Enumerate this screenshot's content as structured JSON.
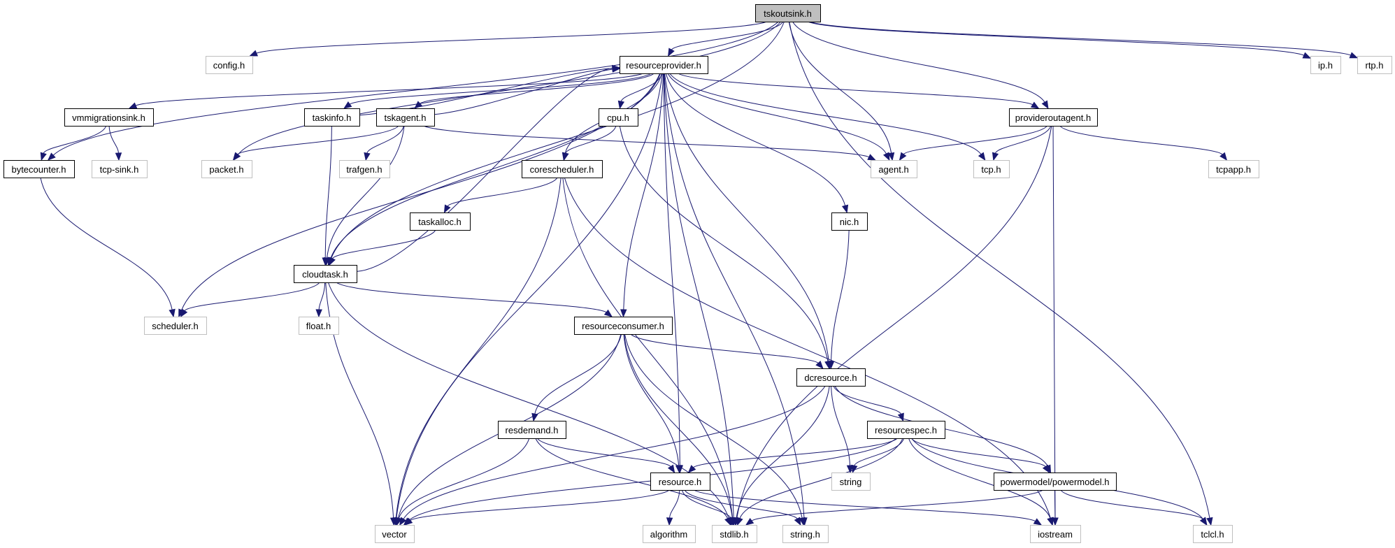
{
  "diagram": {
    "title": "tskoutsink.h include dependency graph",
    "colors": {
      "edge": "#191970",
      "internal_border": "#000000",
      "external_border": "#bfbfbf",
      "root_fill": "#bfbfbf"
    },
    "nodes": [
      {
        "id": "tskoutsink",
        "label": "tskoutsink.h",
        "kind": "root"
      },
      {
        "id": "config",
        "label": "config.h",
        "kind": "external"
      },
      {
        "id": "resourceprovider",
        "label": "resourceprovider.h",
        "kind": "internal"
      },
      {
        "id": "ip",
        "label": "ip.h",
        "kind": "external"
      },
      {
        "id": "rtp",
        "label": "rtp.h",
        "kind": "external"
      },
      {
        "id": "vmmigrationsink",
        "label": "vmmigrationsink.h",
        "kind": "internal"
      },
      {
        "id": "taskinfo",
        "label": "taskinfo.h",
        "kind": "internal"
      },
      {
        "id": "tskagent",
        "label": "tskagent.h",
        "kind": "internal"
      },
      {
        "id": "cpu",
        "label": "cpu.h",
        "kind": "internal"
      },
      {
        "id": "provideroutagent",
        "label": "provideroutagent.h",
        "kind": "internal"
      },
      {
        "id": "bytecounter",
        "label": "bytecounter.h",
        "kind": "internal"
      },
      {
        "id": "tcpsink",
        "label": "tcp-sink.h",
        "kind": "external"
      },
      {
        "id": "packet",
        "label": "packet.h",
        "kind": "external"
      },
      {
        "id": "trafgen",
        "label": "trafgen.h",
        "kind": "external"
      },
      {
        "id": "corescheduler",
        "label": "corescheduler.h",
        "kind": "internal"
      },
      {
        "id": "agent",
        "label": "agent.h",
        "kind": "external"
      },
      {
        "id": "tcp",
        "label": "tcp.h",
        "kind": "external"
      },
      {
        "id": "tcpapp",
        "label": "tcpapp.h",
        "kind": "external"
      },
      {
        "id": "taskalloc",
        "label": "taskalloc.h",
        "kind": "internal"
      },
      {
        "id": "nic",
        "label": "nic.h",
        "kind": "internal"
      },
      {
        "id": "cloudtask",
        "label": "cloudtask.h",
        "kind": "internal"
      },
      {
        "id": "scheduler",
        "label": "scheduler.h",
        "kind": "external"
      },
      {
        "id": "float",
        "label": "float.h",
        "kind": "external"
      },
      {
        "id": "resourceconsumer",
        "label": "resourceconsumer.h",
        "kind": "internal"
      },
      {
        "id": "dcresource",
        "label": "dcresource.h",
        "kind": "internal"
      },
      {
        "id": "resdemand",
        "label": "resdemand.h",
        "kind": "internal"
      },
      {
        "id": "resourcespec",
        "label": "resourcespec.h",
        "kind": "internal"
      },
      {
        "id": "string",
        "label": "string",
        "kind": "external"
      },
      {
        "id": "resource",
        "label": "resource.h",
        "kind": "internal"
      },
      {
        "id": "powermodel",
        "label": "powermodel/powermodel.h",
        "kind": "internal"
      },
      {
        "id": "vector",
        "label": "vector",
        "kind": "external"
      },
      {
        "id": "algorithm",
        "label": "algorithm",
        "kind": "external"
      },
      {
        "id": "stdlib",
        "label": "stdlib.h",
        "kind": "external"
      },
      {
        "id": "stringh",
        "label": "string.h",
        "kind": "external"
      },
      {
        "id": "iostream",
        "label": "iostream",
        "kind": "external"
      },
      {
        "id": "tclcl",
        "label": "tclcl.h",
        "kind": "external"
      }
    ],
    "edges": [
      [
        "tskoutsink",
        "config"
      ],
      [
        "tskoutsink",
        "resourceprovider"
      ],
      [
        "tskoutsink",
        "ip"
      ],
      [
        "tskoutsink",
        "rtp"
      ],
      [
        "tskoutsink",
        "bytecounter"
      ],
      [
        "tskoutsink",
        "packet"
      ],
      [
        "tskoutsink",
        "cloudtask"
      ],
      [
        "tskoutsink",
        "agent"
      ],
      [
        "tskoutsink",
        "provideroutagent"
      ],
      [
        "tskoutsink",
        "tclcl"
      ],
      [
        "resourceprovider",
        "vmmigrationsink"
      ],
      [
        "resourceprovider",
        "taskinfo"
      ],
      [
        "resourceprovider",
        "tskagent"
      ],
      [
        "resourceprovider",
        "cpu"
      ],
      [
        "resourceprovider",
        "provideroutagent"
      ],
      [
        "resourceprovider",
        "corescheduler"
      ],
      [
        "resourceprovider",
        "agent"
      ],
      [
        "resourceprovider",
        "tcp"
      ],
      [
        "resourceprovider",
        "nic"
      ],
      [
        "resourceprovider",
        "cloudtask"
      ],
      [
        "resourceprovider",
        "scheduler"
      ],
      [
        "resourceprovider",
        "resourceconsumer"
      ],
      [
        "resourceprovider",
        "dcresource"
      ],
      [
        "resourceprovider",
        "resource"
      ],
      [
        "resourceprovider",
        "vector"
      ],
      [
        "resourceprovider",
        "stdlib"
      ],
      [
        "resourceprovider",
        "stringh"
      ],
      [
        "vmmigrationsink",
        "bytecounter"
      ],
      [
        "vmmigrationsink",
        "tcpsink"
      ],
      [
        "taskinfo",
        "resourceprovider"
      ],
      [
        "taskinfo",
        "cloudtask"
      ],
      [
        "tskagent",
        "resourceprovider"
      ],
      [
        "tskagent",
        "packet"
      ],
      [
        "tskagent",
        "trafgen"
      ],
      [
        "tskagent",
        "agent"
      ],
      [
        "tskagent",
        "cloudtask"
      ],
      [
        "cpu",
        "corescheduler"
      ],
      [
        "cpu",
        "dcresource"
      ],
      [
        "provideroutagent",
        "agent"
      ],
      [
        "provideroutagent",
        "tcp"
      ],
      [
        "provideroutagent",
        "tcpapp"
      ],
      [
        "provideroutagent",
        "stdlib"
      ],
      [
        "provideroutagent",
        "iostream"
      ],
      [
        "bytecounter",
        "scheduler"
      ],
      [
        "corescheduler",
        "taskalloc"
      ],
      [
        "corescheduler",
        "vector"
      ],
      [
        "corescheduler",
        "stdlib"
      ],
      [
        "corescheduler",
        "iostream"
      ],
      [
        "taskalloc",
        "cloudtask"
      ],
      [
        "nic",
        "dcresource"
      ],
      [
        "cloudtask",
        "resourceprovider"
      ],
      [
        "cloudtask",
        "scheduler"
      ],
      [
        "cloudtask",
        "float"
      ],
      [
        "cloudtask",
        "resourceconsumer"
      ],
      [
        "cloudtask",
        "vector"
      ],
      [
        "cloudtask",
        "stdlib"
      ],
      [
        "resourceconsumer",
        "dcresource"
      ],
      [
        "resourceconsumer",
        "resdemand"
      ],
      [
        "resourceconsumer",
        "resource"
      ],
      [
        "resourceconsumer",
        "vector"
      ],
      [
        "resourceconsumer",
        "stdlib"
      ],
      [
        "resourceconsumer",
        "stringh"
      ],
      [
        "dcresource",
        "resourcespec"
      ],
      [
        "dcresource",
        "string"
      ],
      [
        "dcresource",
        "powermodel"
      ],
      [
        "dcresource",
        "vector"
      ],
      [
        "dcresource",
        "stdlib"
      ],
      [
        "resdemand",
        "resource"
      ],
      [
        "resdemand",
        "vector"
      ],
      [
        "resdemand",
        "stdlib"
      ],
      [
        "resourcespec",
        "resource"
      ],
      [
        "resourcespec",
        "string"
      ],
      [
        "resourcespec",
        "powermodel"
      ],
      [
        "resourcespec",
        "vector"
      ],
      [
        "resourcespec",
        "stdlib"
      ],
      [
        "resourcespec",
        "iostream"
      ],
      [
        "resourcespec",
        "tclcl"
      ],
      [
        "resource",
        "vector"
      ],
      [
        "resource",
        "algorithm"
      ],
      [
        "resource",
        "stdlib"
      ],
      [
        "resource",
        "stringh"
      ],
      [
        "resource",
        "iostream"
      ],
      [
        "powermodel",
        "stdlib"
      ],
      [
        "powermodel",
        "iostream"
      ],
      [
        "powermodel",
        "tclcl"
      ]
    ]
  }
}
